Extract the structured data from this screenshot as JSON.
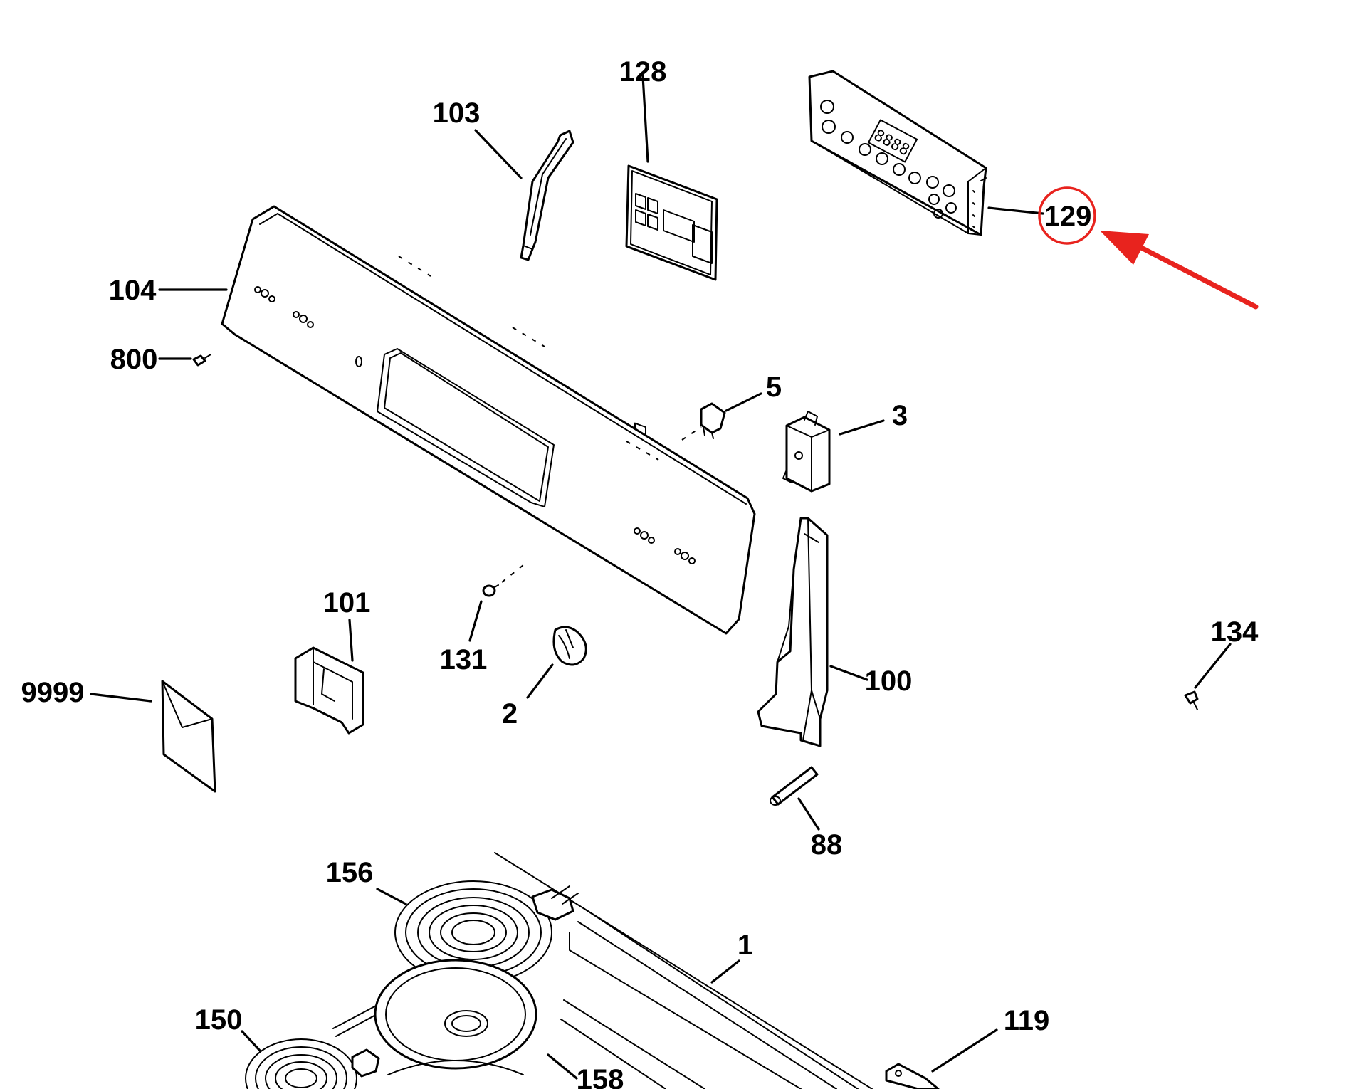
{
  "labels": {
    "p1": "1",
    "p2": "2",
    "p3": "3",
    "p5": "5",
    "p88": "88",
    "p100": "100",
    "p101": "101",
    "p103": "103",
    "p104": "104",
    "p119": "119",
    "p128": "128",
    "p129": "129",
    "p131": "131",
    "p134": "134",
    "p150": "150",
    "p156": "156",
    "p158": "158",
    "p800": "800",
    "p9999": "9999"
  },
  "display_digits": "8888",
  "highlight": {
    "part": "129",
    "color": "#e8231e"
  }
}
